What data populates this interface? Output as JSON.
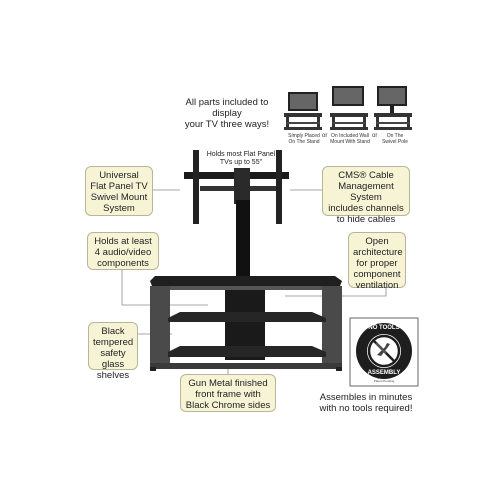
{
  "header": {
    "line1": "All parts included to display",
    "line2": "your TV three ways!"
  },
  "modes": [
    {
      "line1": "Simply Placed",
      "line2": "On The Stand"
    },
    {
      "line1": "On Included Wall",
      "line2": "Mount With Stand"
    },
    {
      "line1": "On The",
      "line2": "Swivel Pole"
    }
  ],
  "or_label": "or",
  "holds_tv": {
    "line1": "Holds most Flat Panel",
    "line2": "TVs up to 55\""
  },
  "callouts": {
    "swivel": [
      "Universal",
      "Flat Panel TV",
      "Swivel Mount",
      "System"
    ],
    "cms": [
      "CMS® Cable",
      "Management System",
      "includes channels",
      "to hide cables"
    ],
    "audio": [
      "Holds at least",
      "4 audio/video",
      "components"
    ],
    "open": [
      "Open",
      "architecture",
      "for proper",
      "component",
      "ventilation"
    ],
    "glass": [
      "Black",
      "tempered",
      "safety glass",
      "shelves"
    ],
    "frame": [
      "Gun Metal finished",
      "front frame with",
      "Black Chrome sides"
    ]
  },
  "badge": {
    "top_text": "NO TOOLS",
    "bottom_text": "ASSEMBLY",
    "small_text": "Patent Pending"
  },
  "assembles": {
    "line1": "Assembles in minutes",
    "line2": "with no tools required!"
  }
}
